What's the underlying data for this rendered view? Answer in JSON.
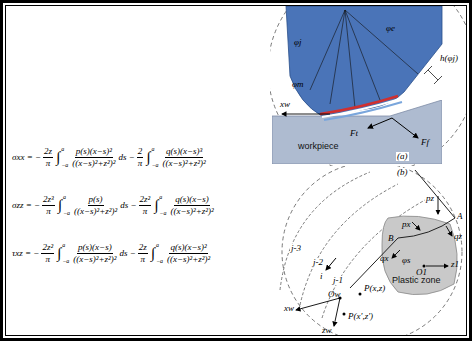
{
  "diagram": {
    "nodes": [
      {
        "text": [
          "workpiece"
        ]
      },
      {
        "text": [
          "Plastic zone"
        ]
      }
    ],
    "labels": [
      "σxx = −",
      "2z",
      "π",
      "∫",
      "a",
      "−a",
      "p(s)(x−s)²",
      "((x−s)²+z²)²",
      "ds −",
      "2",
      "π",
      "∫",
      "a",
      "−a",
      "q(s)(x−s)³",
      "((x−s)²+z²)²",
      "σzz = −",
      "2z³",
      "π",
      "∫",
      "a",
      "−a",
      "p(s)",
      "((x−s)²+z²)²",
      "ds −",
      "2z²",
      "π",
      "∫",
      "a",
      "−a",
      "q(s)(x−s)",
      "((x−s)²+z²)²",
      "τxz = −",
      "2z²",
      "π",
      "∫",
      "a",
      "−a",
      "p(s)(x−s)",
      "((x−s)²+z²)²",
      "ds −",
      "2z",
      "π",
      "∫",
      "a",
      "−a",
      "q(s)(x−s)²",
      "((x−s)²+z²)²",
      "φj",
      "φe",
      "h(φj)",
      "φm",
      "xw",
      "Ft",
      "Ff",
      "(a)",
      "(b)",
      "j-3",
      "j-2",
      "j-1",
      "i",
      "pz",
      "A",
      "qz",
      "px",
      "B",
      "qx",
      "φs",
      "O1",
      "z1",
      "Ow",
      "xw",
      "P(x',z')",
      "zw",
      "P(x,z)"
    ]
  }
}
